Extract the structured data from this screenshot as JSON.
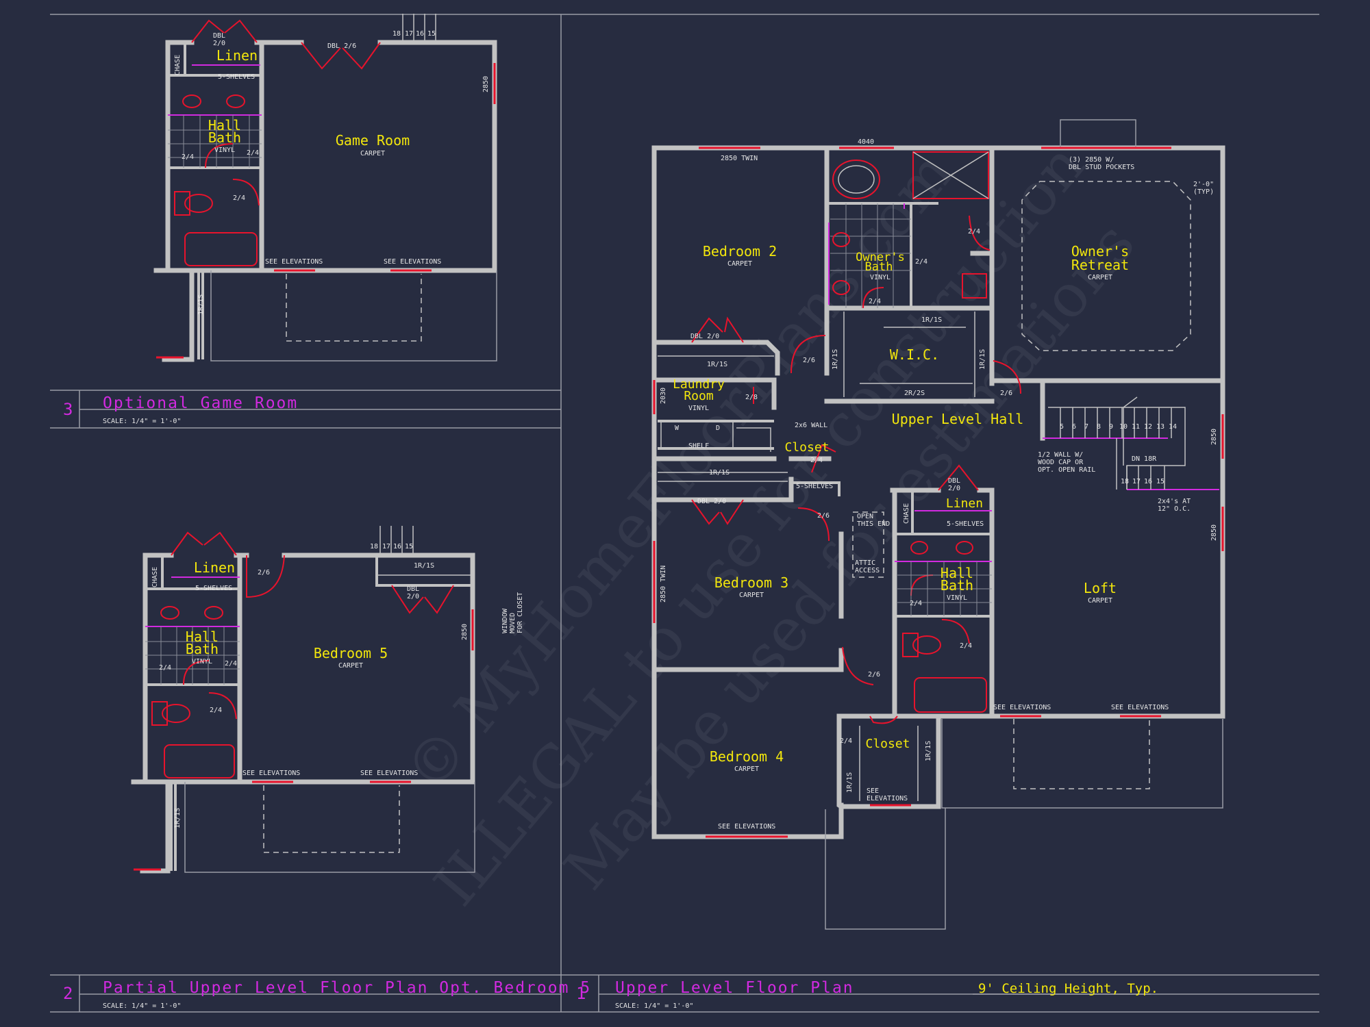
{
  "plans": {
    "game": {
      "number": "3",
      "title": "Optional Game Room",
      "scale": "SCALE: 1/4\" = 1'-0\""
    },
    "bed5": {
      "number": "2",
      "title": "Partial Upper Level Floor Plan Opt. Bedroom 5",
      "scale": "SCALE: 1/4\" = 1'-0\""
    },
    "upper": {
      "number": "1",
      "title": "Upper Level Floor Plan",
      "scale": "SCALE: 1/4\" = 1'-0\"",
      "ceiling_note": "9' Ceiling Height, Typ."
    }
  },
  "watermark": {
    "line1": "© MyHomeFloorPlans.com",
    "line2": "ILLEGAL to use for construction",
    "line3": "May be used for estimations"
  },
  "game_plan": {
    "room_name": "Game Room",
    "room_floor": "CARPET",
    "linen": "Linen",
    "linen_door": "DBL\n2/0",
    "linen_shelves": "5-SHELVES",
    "chase": "CHASE",
    "bath_line1": "Hall",
    "bath_line2": "Bath",
    "bath_floor": "VINYL",
    "door_24": "2/4",
    "dbl_door": "DBL 2/6",
    "stairs": [
      "18",
      "17",
      "16",
      "15"
    ],
    "window_right": "2850",
    "see_elevations": "SEE ELEVATIONS",
    "rail": "1R/1S"
  },
  "bed5_plan": {
    "room_name": "Bedroom 5",
    "room_floor": "CARPET",
    "linen": "Linen",
    "linen_shelves": "5-SHELVES",
    "chase": "CHASE",
    "bath_line1": "Hall",
    "bath_line2": "Bath",
    "bath_floor": "VINYL",
    "door_24": "2/4",
    "door_26": "2/6",
    "closet_door": "DBL\n2/0",
    "closet_rail": "1R/1S",
    "stairs": [
      "18",
      "17",
      "16",
      "15"
    ],
    "window_right": "2850",
    "window_note": "WINDOW\nMOVED\nFOR CLOSET",
    "see_elevations": "SEE ELEVATIONS",
    "rail": "1R/1S"
  },
  "upper_plan": {
    "bedroom2": {
      "name": "Bedroom 2",
      "floor": "CARPET"
    },
    "bedroom3": {
      "name": "Bedroom 3",
      "floor": "CARPET"
    },
    "bedroom4": {
      "name": "Bedroom 4",
      "floor": "CARPET"
    },
    "owners_bath": {
      "line1": "Owner's",
      "line2": "Bath",
      "floor": "VINYL"
    },
    "owners_retreat": {
      "line1": "Owner's",
      "line2": "Retreat",
      "floor": "CARPET"
    },
    "wic": "W.I.C.",
    "laundry": {
      "line1": "Laundry",
      "line2": "Room",
      "floor": "VINYL",
      "washer": "W",
      "dryer": "D",
      "shelf": "SHELF"
    },
    "hall": "Upper Level Hall",
    "closet": "Closet",
    "closet_bottom": "Closet",
    "linen": "Linen",
    "linen_shelves": "5-SHELVES",
    "chase": "CHASE",
    "hall_bath": {
      "line1": "Hall",
      "line2": "Bath",
      "floor": "VINYL"
    },
    "loft": {
      "name": "Loft",
      "floor": "CARPET"
    },
    "win_top_left": "2850 TWIN",
    "win_top_mid": "4040",
    "win_top_right": "(3) 2850 W/\nDBL STUD POCKETS",
    "twin_left": "2850 TWIN",
    "laundry_win": "2030",
    "loft_win1": "2850",
    "loft_win2": "2850",
    "ceiling_typ": "2'-0\"\n(TYP)",
    "door_24": "2/4",
    "door_26": "2/6",
    "door_28": "2/8",
    "dbl_20": "DBL 2/0",
    "dbl_20b": "DBL\n2/0",
    "rail_1r1s": "1R/1S",
    "rail_2r2s": "2R/2S",
    "wall_note": "2x6 WALL",
    "rail_note": "1/2 WALL W/\nWOOD CAP OR\nOPT. OPEN RAIL",
    "stud_note": "2x4's AT\n12\" O.C.",
    "open_end": "OPEN\nTHIS END",
    "attic": "ATTIC\nACCESS",
    "stair_up": [
      "5",
      "6",
      "7",
      "8",
      "9",
      "10",
      "11",
      "12",
      "13",
      "14"
    ],
    "stair_down": "DN 18R",
    "stair_lower": [
      "18",
      "17",
      "16",
      "15"
    ],
    "shelves_closet": "5-SHELVES",
    "see_elevations": "SEE ELEVATIONS",
    "see_elev_2": "SEE\nELEVATIONS"
  }
}
